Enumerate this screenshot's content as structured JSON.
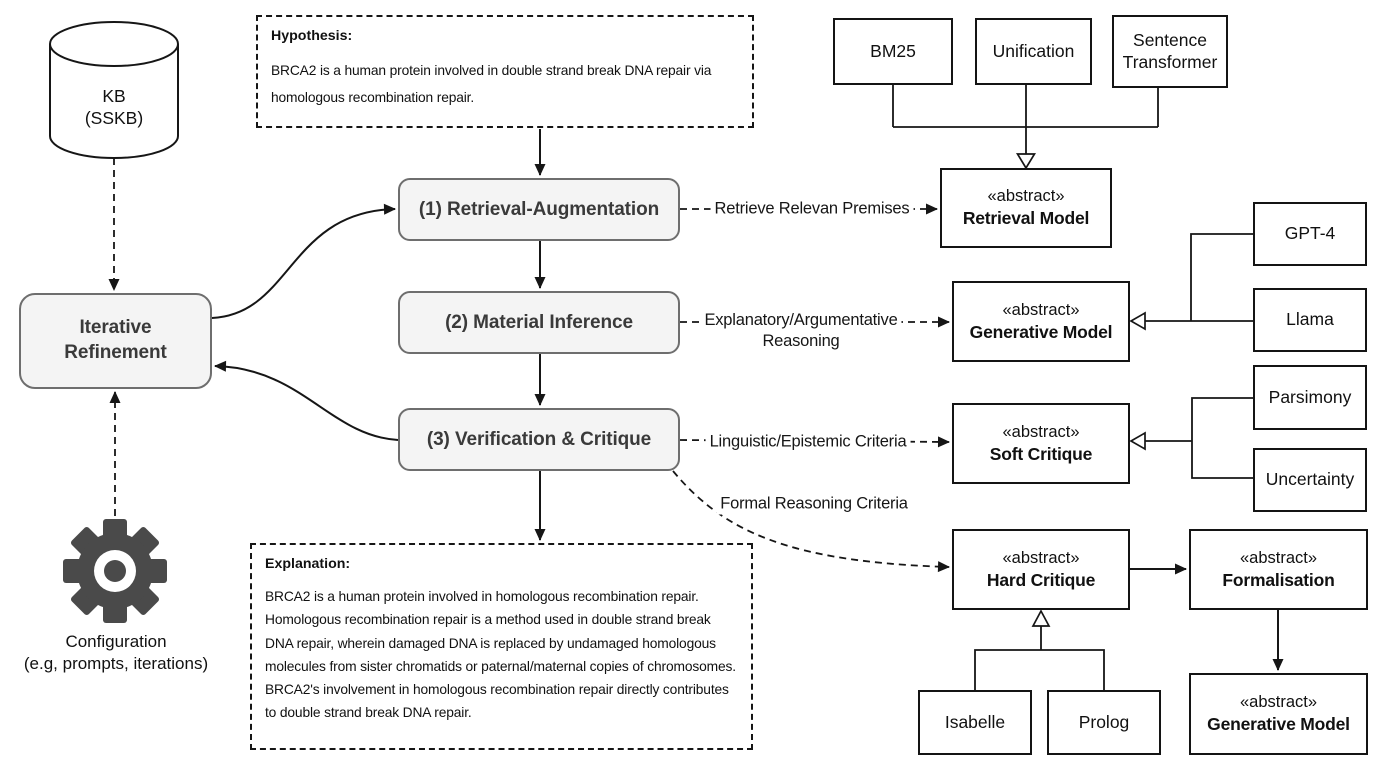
{
  "kb": {
    "label_lines": [
      "KB",
      "(SSKB)"
    ]
  },
  "configuration": {
    "caption_lines": [
      "Configuration",
      "(e.g, prompts, iterations)"
    ]
  },
  "iterative_refinement": {
    "label_lines": [
      "Iterative",
      "Refinement"
    ]
  },
  "hypothesis": {
    "title": "Hypothesis:",
    "body_lines": [
      "BRCA2 is a human protein involved in double strand break DNA repair via",
      "homologous recombination repair."
    ]
  },
  "explanation": {
    "title": "Explanation:",
    "body_lines": [
      "BRCA2 is a human protein involved in homologous recombination repair.",
      "Homologous recombination repair is a method used in double strand break",
      "DNA repair, wherein damaged DNA is replaced by undamaged homologous",
      "molecules from sister chromatids or paternal/maternal copies of chromosomes.",
      "BRCA2's involvement in homologous recombination repair directly contributes",
      "to double strand break DNA repair."
    ]
  },
  "pipeline": {
    "step1": "(1) Retrieval-Augmentation",
    "step2": "(2) Material Inference",
    "step3": "(3) Verification & Critique"
  },
  "edge_labels": {
    "retrieve_premises": "Retrieve Relevan Premises",
    "explanatory_lines": [
      "Explanatory/Argumentative",
      "Reasoning"
    ],
    "linguistic": "Linguistic/Epistemic Criteria",
    "formal": "Formal Reasoning Criteria"
  },
  "uml_boxes": {
    "retrieval_model": {
      "stereotype": "«abstract»",
      "name": "Retrieval Model"
    },
    "generative_model": {
      "stereotype": "«abstract»",
      "name": "Generative Model"
    },
    "soft_critique": {
      "stereotype": "«abstract»",
      "name": "Soft Critique"
    },
    "hard_critique": {
      "stereotype": "«abstract»",
      "name": "Hard Critique"
    },
    "formalisation": {
      "stereotype": "«abstract»",
      "name": "Formalisation"
    },
    "generative_model_2": {
      "stereotype": "«abstract»",
      "name": "Generative Model"
    }
  },
  "tool_boxes": {
    "bm25": "BM25",
    "unification": "Unification",
    "sentence_transformer": "Sentence Transformer",
    "gpt4": "GPT-4",
    "llama": "Llama",
    "parsimony": "Parsimony",
    "uncertainty": "Uncertainty",
    "isabelle": "Isabelle",
    "prolog": "Prolog"
  },
  "colors": {
    "line": "#161616",
    "process_fill": "#f4f4f4",
    "process_border": "#6e6e6e",
    "gear": "#4a4a4a"
  }
}
